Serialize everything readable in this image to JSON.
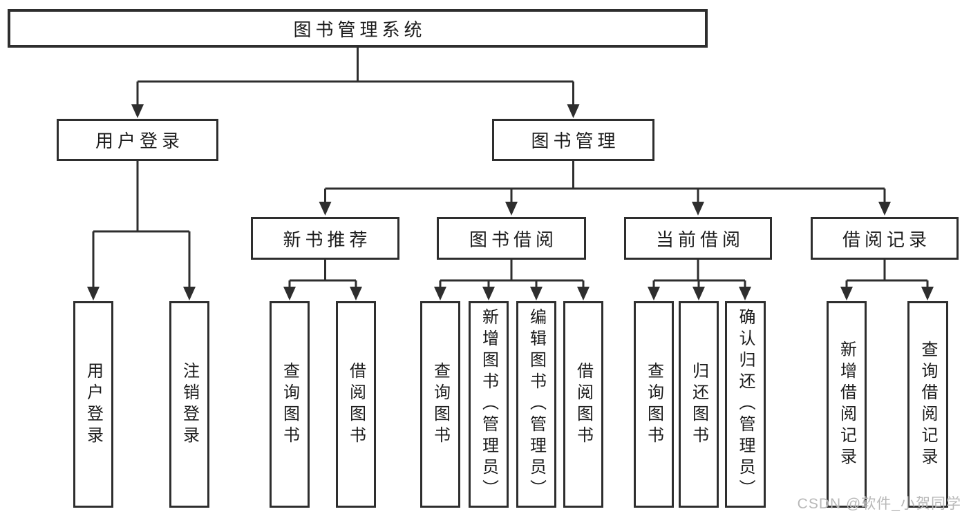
{
  "nodes": {
    "root": "图书管理系统",
    "user_login": "用户登录",
    "book_mgmt": "图书管理",
    "new_book_rec": "新书推荐",
    "book_borrowing": "图书借阅",
    "current_borrowing": "当前借阅",
    "borrowing_records": "借阅记录",
    "leaf_user_login": "用户登录",
    "leaf_logout": "注销登录",
    "leaf_rec_query_books": "查询图书",
    "leaf_rec_borrow_books": "借阅图书",
    "leaf_bor_query_books": "查询图书",
    "leaf_bor_add_books": "新增图书（管理员）",
    "leaf_bor_edit_books": "编辑图书（管理员）",
    "leaf_bor_borrow_books": "借阅图书",
    "leaf_cur_query_books": "查询图书",
    "leaf_cur_return_books": "归还图书",
    "leaf_cur_confirm_return": "确认归还（管理员）",
    "leaf_brec_add_record": "新增借阅记录",
    "leaf_brec_query_record": "查询借阅记录"
  },
  "watermark": "CSDN @软件_小贺同学",
  "colors": {
    "line": "#2e2e2e",
    "box_border": "#2e2e2e",
    "text": "#1c1c1c",
    "watermark": "#b8b8b8",
    "background": "#ffffff"
  }
}
